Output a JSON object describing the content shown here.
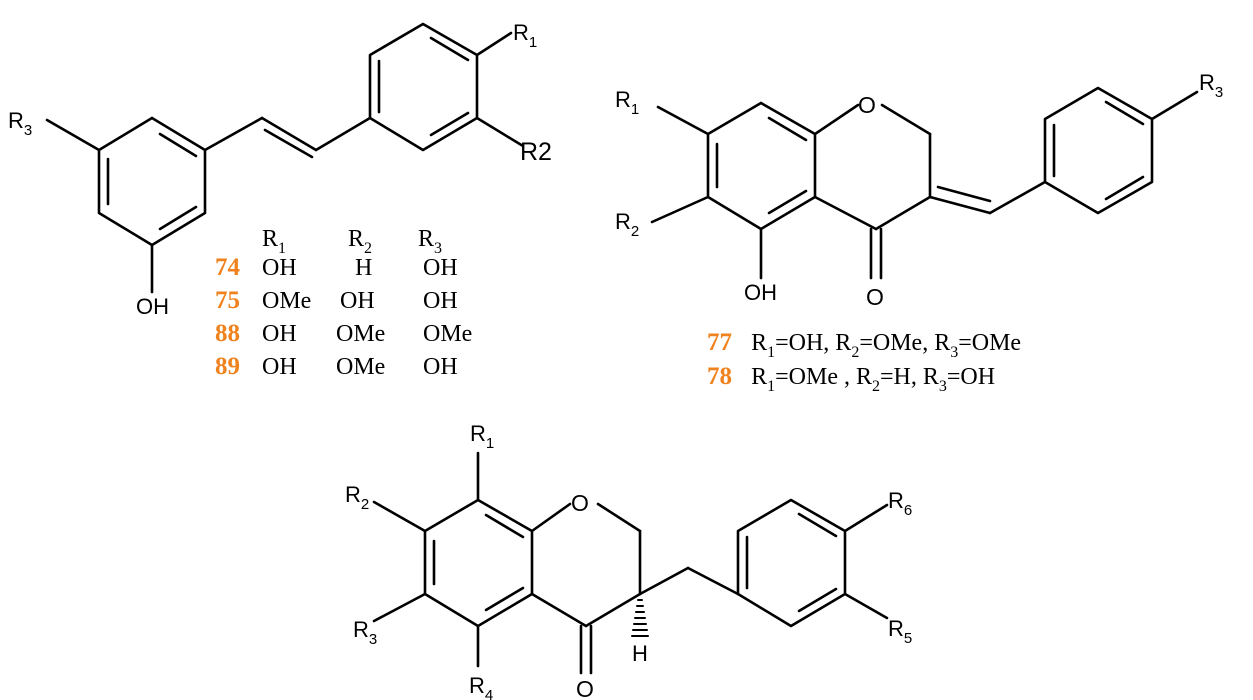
{
  "colors": {
    "ink": "#000000",
    "compound_number": "#f0821e",
    "background": "#ffffff"
  },
  "stilbene": {
    "labels": {
      "r1": "R",
      "r1_sub": "1",
      "r2": "R2",
      "r3": "R",
      "r3_sub": "3",
      "oh": "OH"
    },
    "header": {
      "r1": "R",
      "r1_sub": "1",
      "r2": "R",
      "r2_sub": "2",
      "r3": "R",
      "r3_sub": "3"
    },
    "rows": [
      {
        "id": "74",
        "r1": "OH",
        "r2": "H",
        "r3": "OH"
      },
      {
        "id": "75",
        "r1": "OMe",
        "r2": "OH",
        "r3": "OH"
      },
      {
        "id": "88",
        "r1": "OH",
        "r2": "OMe",
        "r3": "OMe"
      },
      {
        "id": "89",
        "r1": "OH",
        "r2": "OMe",
        "r3": "OH"
      }
    ]
  },
  "benzylidene": {
    "labels": {
      "r1": "R",
      "r1_sub": "1",
      "r2": "R",
      "r2_sub": "2",
      "r3": "R",
      "r3_sub": "3",
      "o_ring": "O",
      "o_carbonyl": "O",
      "oh": "OH"
    },
    "rows": [
      {
        "id": "77",
        "t1": "R",
        "s1": "1",
        "t2": "=OH, R",
        "s2": "2",
        "t3": "=OMe, R",
        "s3": "3",
        "t4": "=OMe"
      },
      {
        "id": "78",
        "t1": "R",
        "s1": "1",
        "t2": "=OMe , R",
        "s2": "2",
        "t3": "=H,  R",
        "s3": "3",
        "t4": "=OH"
      }
    ]
  },
  "benzyl": {
    "labels": {
      "r1": "R",
      "r1_sub": "1",
      "r2": "R",
      "r2_sub": "2",
      "r3": "R",
      "r3_sub": "3",
      "r4": "R",
      "r4_sub": "4",
      "r5": "R",
      "r5_sub": "5",
      "r6": "R",
      "r6_sub": "6",
      "o_ring": "O",
      "o_carbonyl": "O",
      "h": "H"
    }
  }
}
